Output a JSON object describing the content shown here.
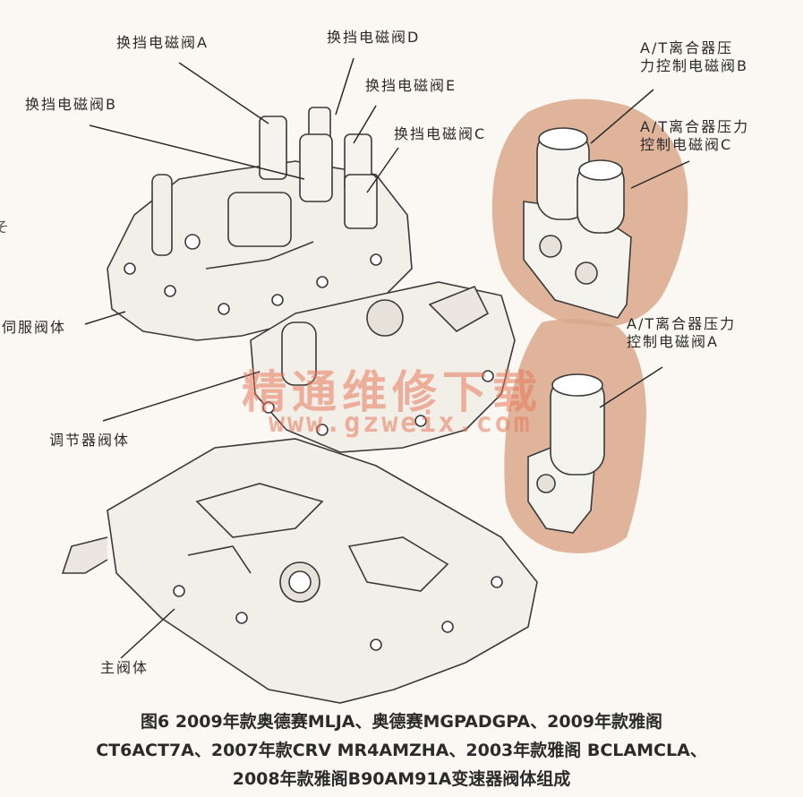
{
  "labels": {
    "valve_a": "换挡电磁阀A",
    "valve_d": "换挡电磁阀D",
    "valve_e": "换挡电磁阀E",
    "valve_b": "换挡电磁阀B",
    "valve_c": "换挡电磁阀C",
    "clutch_b_line1": "A/T离合器压",
    "clutch_b_line2": "力控制电磁阀B",
    "clutch_c_line1": "A/T离合器压力",
    "clutch_c_line2": "控制电磁阀C",
    "clutch_a_line1": "A/T离合器压力",
    "clutch_a_line2": "控制电磁阀A",
    "servo_body": "伺服阀体",
    "regulator_body": "调节器阀体",
    "main_body": "主阀体",
    "edge_char": "そ"
  },
  "watermark": {
    "line1": "精通维修下载",
    "line2": "www.gzweix.com"
  },
  "caption": {
    "line1": "图6 2009年款奥德赛MLJA、奥德赛MGPADGPA、2009年款雅阁",
    "line2": "CT6ACT7A、2007年款CRV MR4AMZHA、2003年款雅阁 BCLAMCLA、",
    "line3": "2008年款雅阁B90AM91A变速器阀体组成"
  },
  "colors": {
    "highlight": "#d9a88a",
    "line": "#3a3a3a",
    "part_fill": "#f2efe9"
  }
}
